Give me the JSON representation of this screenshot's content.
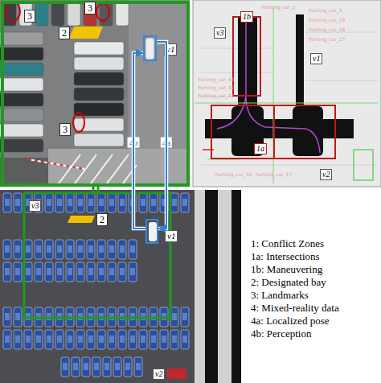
{
  "diagram": {
    "nodes": [
      {
        "text": [
          "v1"
        ]
      },
      {
        "text": [
          "v1"
        ]
      },
      {
        "text": [
          "1b"
        ]
      },
      {
        "text": [
          "1a"
        ]
      }
    ],
    "edges": [
      {
        "from": 0,
        "to": 1,
        "label": "4a",
        "arrow": "to"
      },
      {
        "from": 1,
        "to": 0,
        "label": "4b",
        "arrow": "to"
      }
    ],
    "labels": [
      "3",
      "3",
      "2",
      "3",
      "v3",
      "v1",
      "v2",
      "Parking_car_2",
      "Parking_car_5",
      "Parking_car_29",
      "Parking_car_28",
      "Parking_car_27",
      "Parking_car_43",
      "Parking_car_42",
      "Parking_car_41",
      "Parking_car_16",
      "Parking_car_17",
      "v3",
      "2",
      "v2",
      "1: Conflict Zones",
      "1a: Intersections",
      "1b: Maneuvering",
      "2: Designated bay",
      "3: Landmarks",
      "4: Mixed-reality data",
      "4a: Localized pose",
      "4b: Perception"
    ]
  }
}
